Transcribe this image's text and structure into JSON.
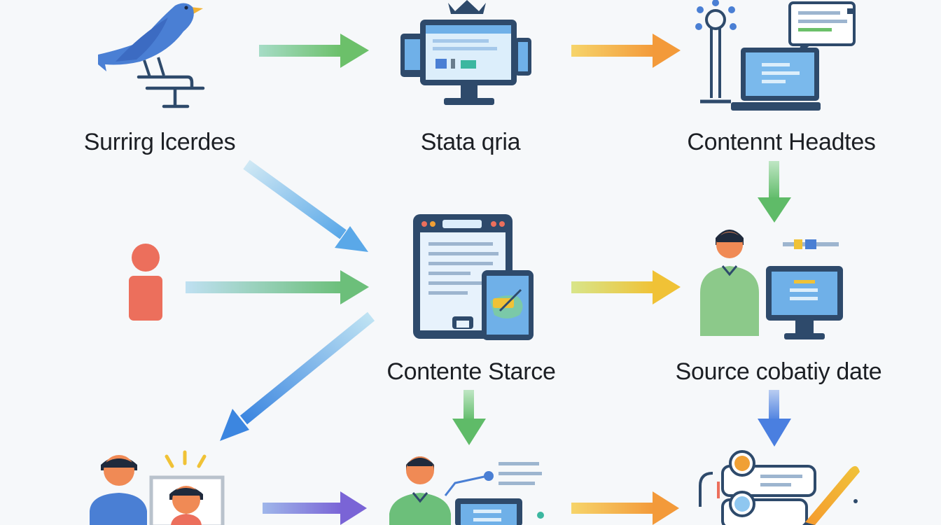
{
  "nodes": [
    {
      "id": "bird",
      "label": "Surrirg lcerdes",
      "icon": "bird-on-perch-icon"
    },
    {
      "id": "monitor",
      "label": "Stata qria",
      "icon": "crowned-monitor-icon"
    },
    {
      "id": "content-heads",
      "label": "Contennt Headtes",
      "icon": "laptop-chat-icon"
    },
    {
      "id": "person",
      "label": "",
      "icon": "person-icon"
    },
    {
      "id": "content-store",
      "label": "Contente Starce",
      "icon": "document-tablet-icon"
    },
    {
      "id": "source",
      "label": "Source cobatiy date",
      "icon": "person-monitor-icon"
    },
    {
      "id": "people",
      "label": "",
      "icon": "people-frame-icon"
    },
    {
      "id": "worker",
      "label": "",
      "icon": "person-laptop-icon"
    },
    {
      "id": "checklist",
      "label": "",
      "icon": "checklist-pencil-icon"
    }
  ],
  "colors": {
    "blue": "#4a7fd4",
    "navy": "#2e4a6b",
    "screen": "#6fb0e8",
    "green": "#8cc98a",
    "orange": "#f0a035",
    "coral": "#ec6f5c",
    "yellow": "#e8c440"
  }
}
